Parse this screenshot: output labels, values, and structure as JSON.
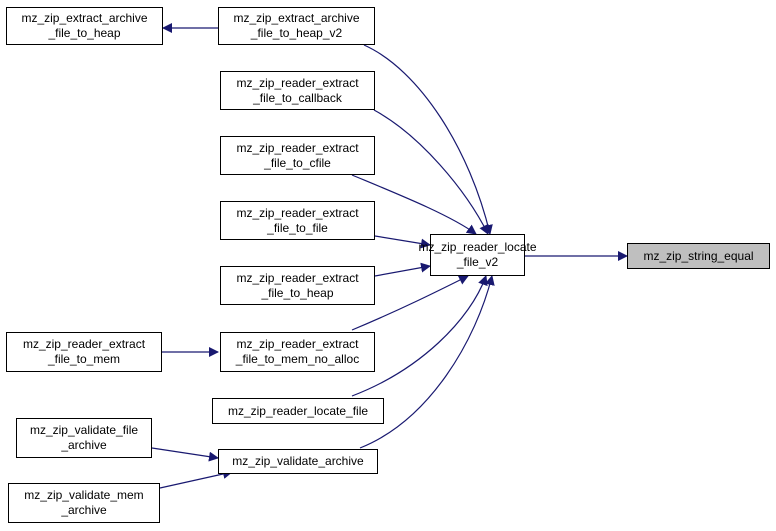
{
  "colors": {
    "edge": "#191970",
    "node_border": "#000000",
    "node_fill": "#ffffff",
    "target_fill": "#bfbfbf"
  },
  "nodes": {
    "extract_archive_file_to_heap": "mz_zip_extract_archive\n_file_to_heap",
    "extract_archive_file_to_heap_v2": "mz_zip_extract_archive\n_file_to_heap_v2",
    "reader_extract_file_to_callback": "mz_zip_reader_extract\n_file_to_callback",
    "reader_extract_file_to_cfile": "mz_zip_reader_extract\n_file_to_cfile",
    "reader_extract_file_to_file": "mz_zip_reader_extract\n_file_to_file",
    "reader_extract_file_to_heap": "mz_zip_reader_extract\n_file_to_heap",
    "reader_extract_file_to_mem": "mz_zip_reader_extract\n_file_to_mem",
    "reader_extract_file_to_mem_no_alloc": "mz_zip_reader_extract\n_file_to_mem_no_alloc",
    "reader_locate_file": "mz_zip_reader_locate_file",
    "validate_file_archive": "mz_zip_validate_file\n_archive",
    "validate_archive": "mz_zip_validate_archive",
    "validate_mem_archive": "mz_zip_validate_mem\n_archive",
    "reader_locate_file_v2": "mz_zip_reader_locate\n_file_v2",
    "string_equal": "mz_zip_string_equal"
  }
}
